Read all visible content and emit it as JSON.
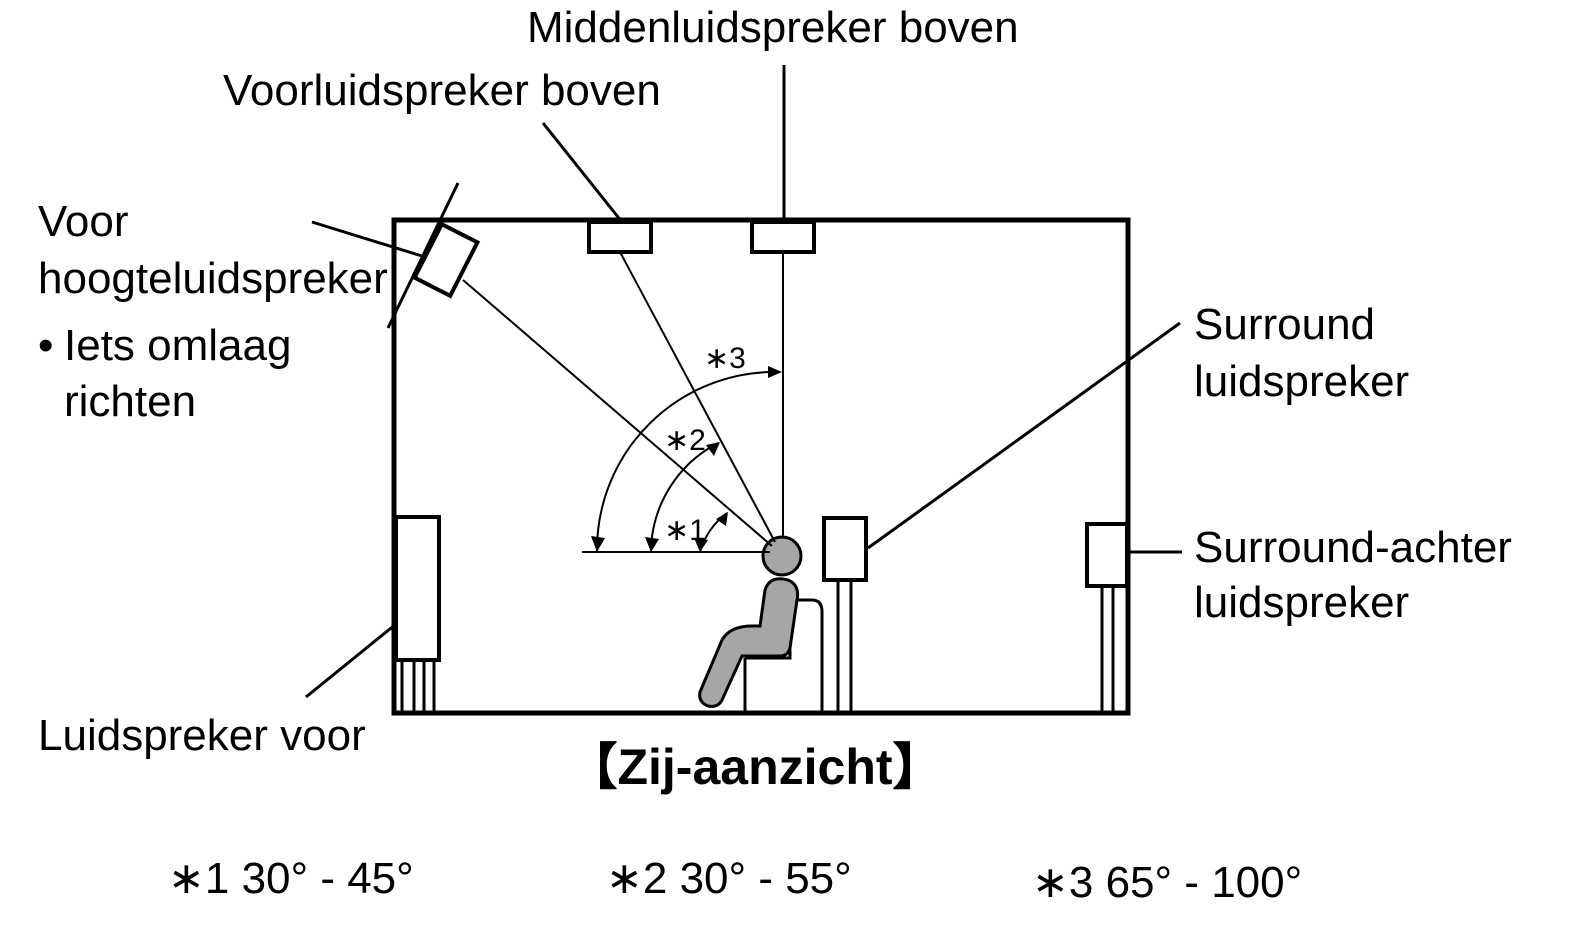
{
  "labels": {
    "middle_top": "Middenluidspreker boven",
    "front_top": "Voorluidspreker boven",
    "front_height_line1": "Voor",
    "front_height_line2": "hoogteluidspreker",
    "front_height_note_bullet": "•",
    "front_height_note_line1": "Iets omlaag",
    "front_height_note_line2": "richten",
    "surround_line1": "Surround",
    "surround_line2": "luidspreker",
    "surround_back_line1": "Surround-achter",
    "surround_back_line2": "luidspreker",
    "front": "Luidspreker voor",
    "view_title": "【Zij-aanzicht】"
  },
  "angle_markers": {
    "a1": "∗1",
    "a2": "∗2",
    "a3": "∗3"
  },
  "legend": {
    "item1": "∗1 30° - 45°",
    "item2": "∗2 30° - 55°",
    "item3": "∗3 65° - 100°"
  },
  "colors": {
    "line": "#000000",
    "person_fill": "#a6a6a6",
    "background": "#ffffff"
  }
}
